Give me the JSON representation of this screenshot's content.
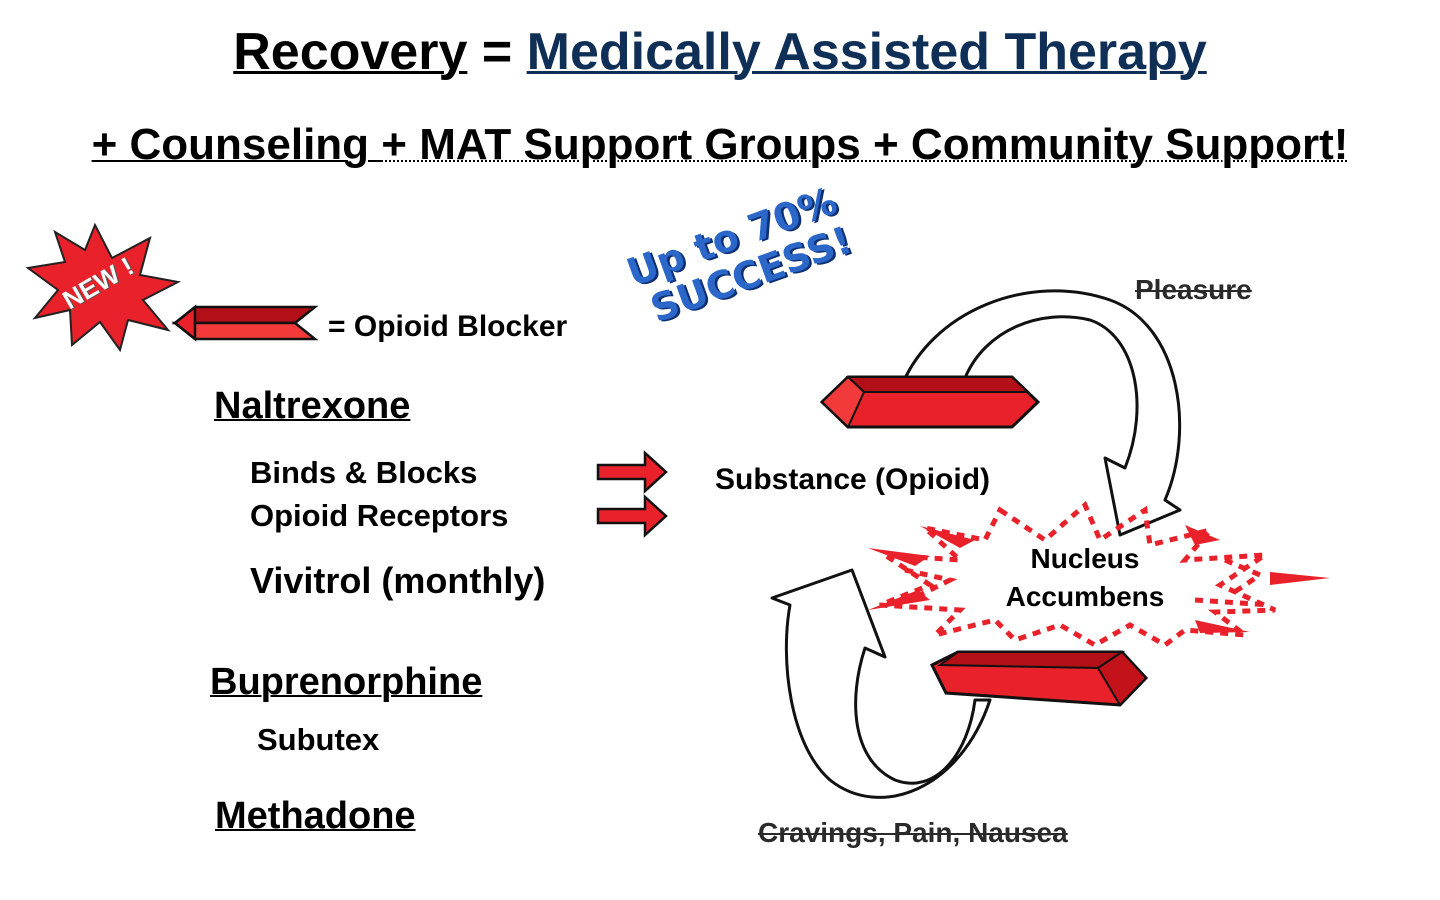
{
  "title": {
    "left": "Recovery",
    "equals": " = ",
    "right": "Medically Assisted Therapy"
  },
  "subtitle": {
    "part_a": "+ Counseling ",
    "part_b": "+ MAT Support Groups + Community Support!"
  },
  "badge": {
    "label": "NEW !"
  },
  "legend": {
    "label": "= Opioid Blocker"
  },
  "success_stamp": {
    "line1": "Up to 70%",
    "line2": "SUCCESS!"
  },
  "naltrexone": {
    "heading": "Naltrexone",
    "line1": "Binds & Blocks",
    "line2": "Opioid Receptors",
    "brand": "Vivitrol (monthly)"
  },
  "buprenorphine": {
    "heading": "Buprenorphine",
    "brand": "Subutex"
  },
  "methadone": {
    "heading": "Methadone"
  },
  "cycle": {
    "substance_label": "Substance (Opioid)",
    "pleasure_label": "Pleasure",
    "cravings_label": "Cravings, Pain, Nausea",
    "nucleus_line1": "Nucleus",
    "nucleus_line2": "Accumbens"
  },
  "colors": {
    "blocker_red": "#e8212a",
    "blocker_dark": "#b20f17",
    "title_navy": "#0f2f57",
    "stamp_blue": "#2b67c8"
  }
}
